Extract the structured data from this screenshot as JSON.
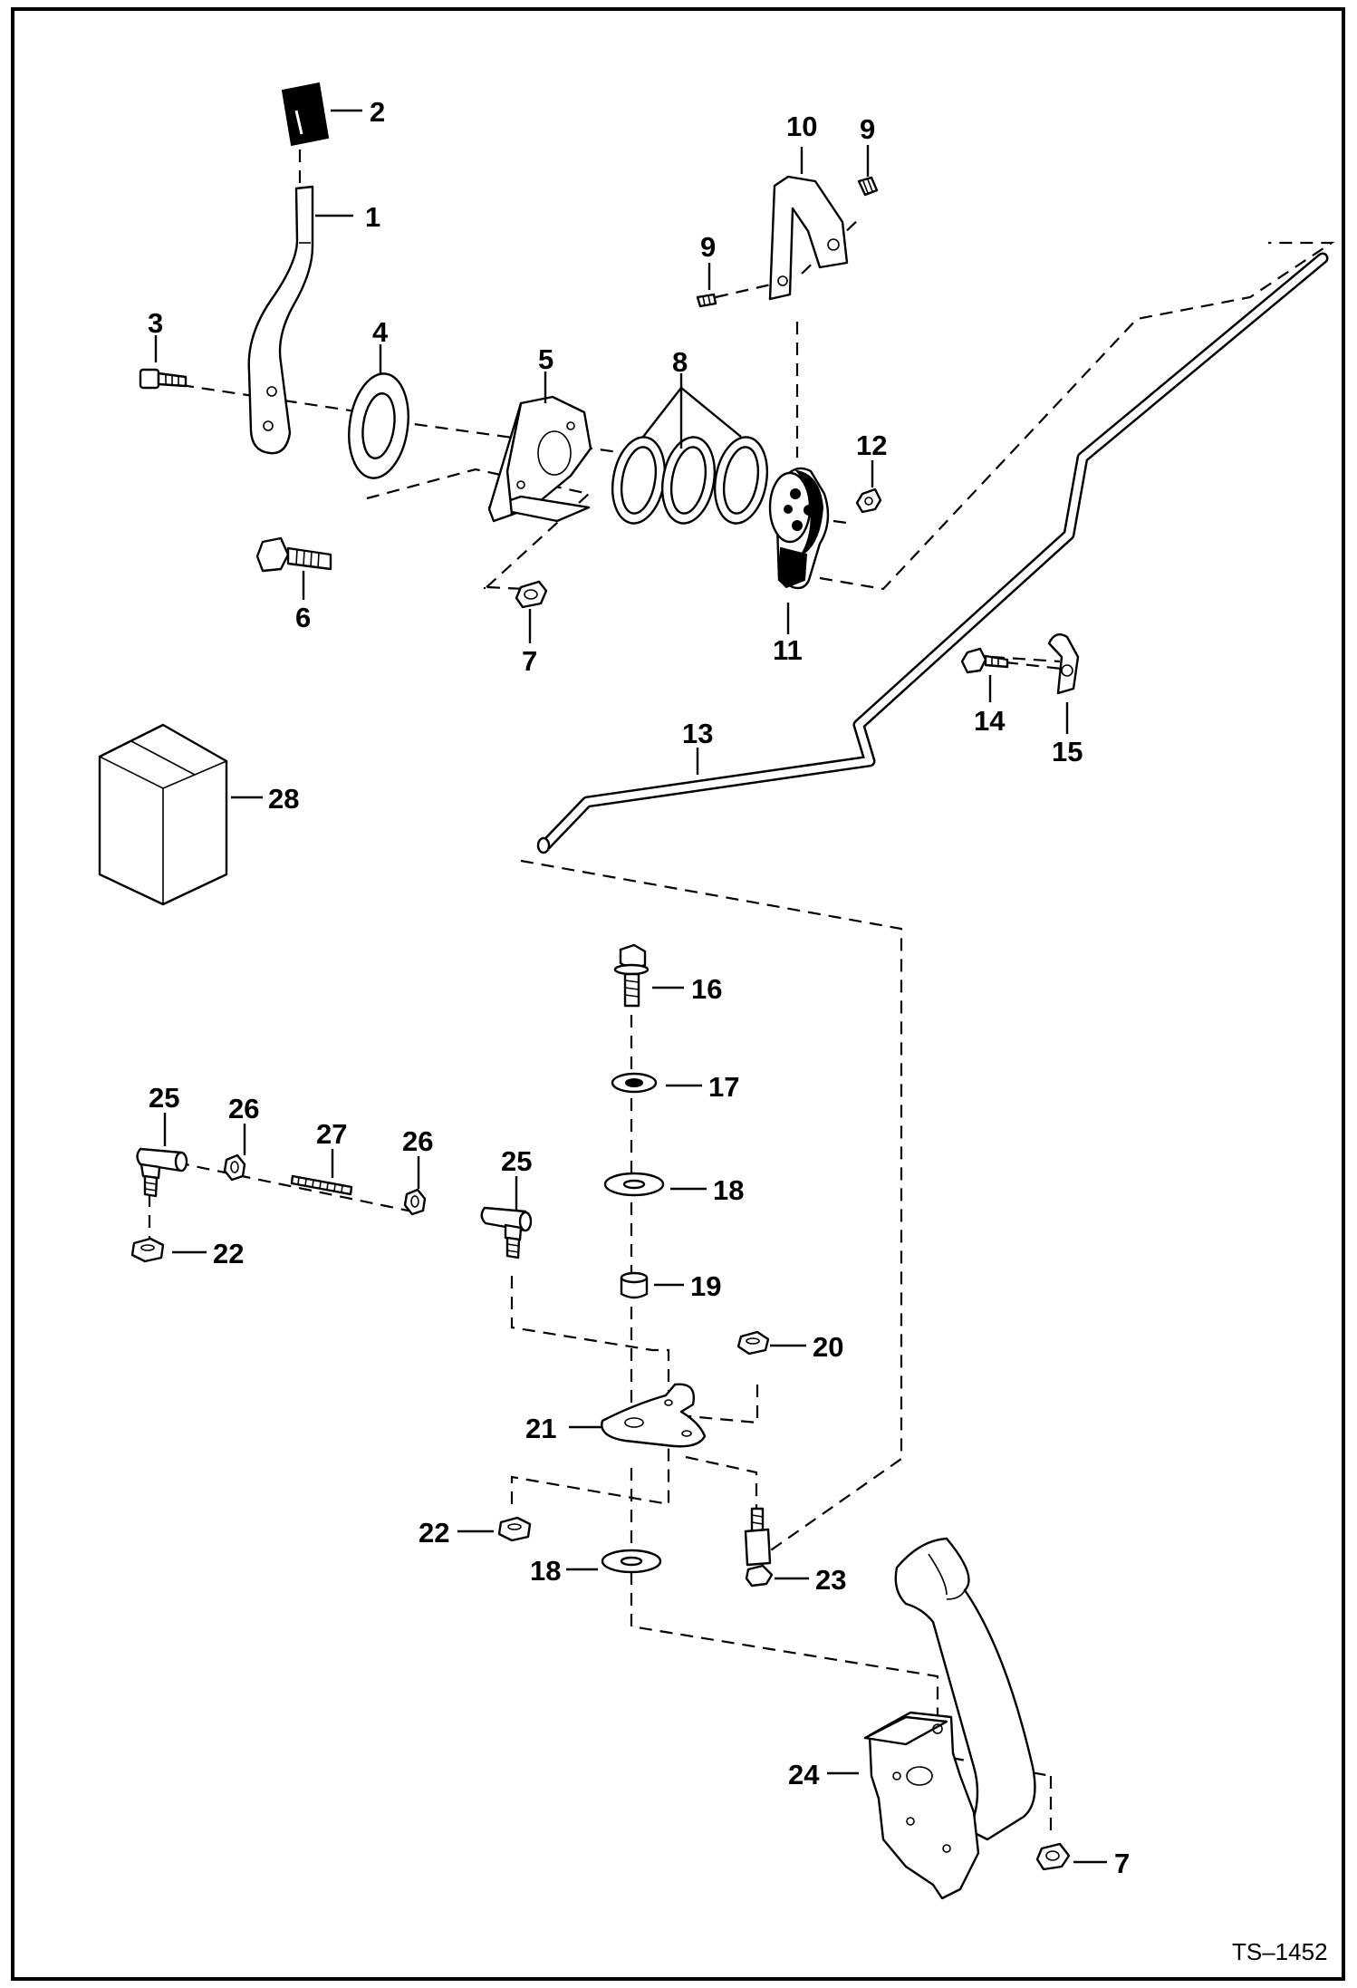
{
  "diagram": {
    "reference_code": "TS–1452",
    "callouts": {
      "c1": "1",
      "c2": "2",
      "c3": "3",
      "c4": "4",
      "c5": "5",
      "c6": "6",
      "c7a": "7",
      "c7b": "7",
      "c8": "8",
      "c9a": "9",
      "c9b": "9",
      "c10": "10",
      "c11": "11",
      "c12": "12",
      "c13": "13",
      "c14": "14",
      "c15": "15",
      "c16": "16",
      "c17": "17",
      "c18a": "18",
      "c18b": "18",
      "c19": "19",
      "c20": "20",
      "c21": "21",
      "c22a": "22",
      "c22b": "22",
      "c23": "23",
      "c24": "24",
      "c25a": "25",
      "c25b": "25",
      "c26a": "26",
      "c26b": "26",
      "c27": "27",
      "c28": "28"
    }
  }
}
